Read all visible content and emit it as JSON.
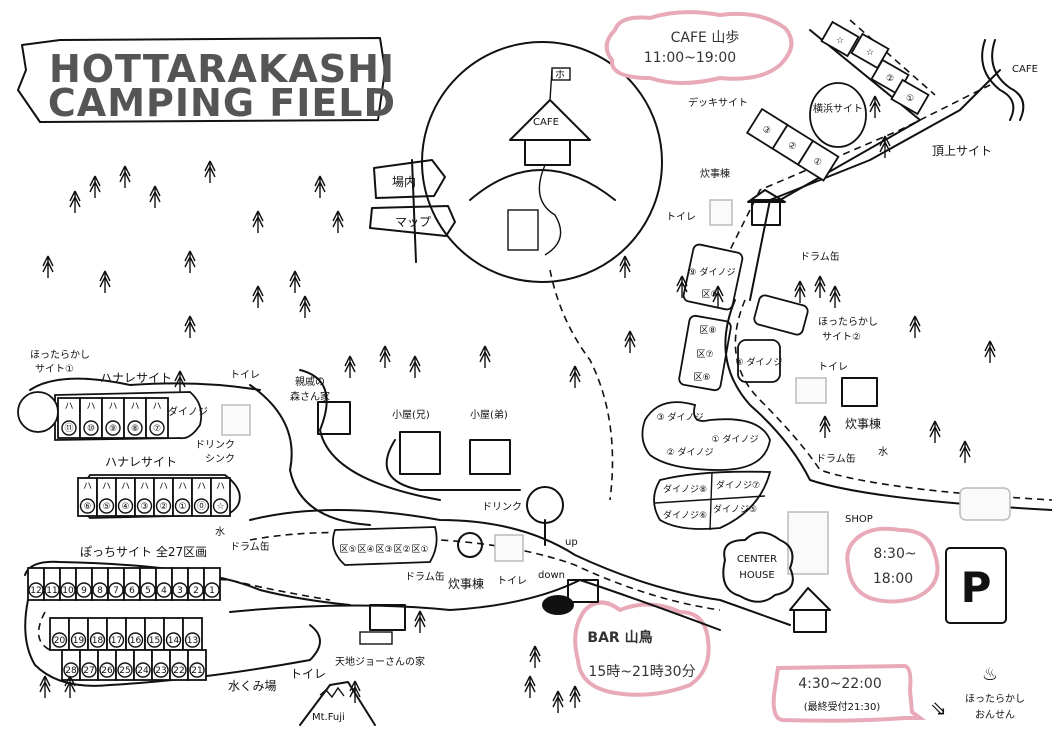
{
  "title": {
    "line1": "HOTTARAKASHI",
    "line2": "CAMPING FIELD"
  },
  "signpost": {
    "board1": "場内",
    "board2": "マップ"
  },
  "cafe": {
    "label": "CAFE",
    "flag": "ホ",
    "bubble_name": "CAFE 山歩",
    "hours": "11:00~19:00",
    "arrow_label": "CAFE"
  },
  "top_right": {
    "deck_site": "デッキサイト",
    "deck_numbers": [
      "③",
      "②",
      "①"
    ],
    "yokohama_site": "横浜サイト",
    "summit_site": "頂上サイト",
    "summit_numbers": [
      "☆",
      "☆",
      "②",
      "①"
    ],
    "kitchen": "炊事棟",
    "toilet": "トイレ",
    "drum": "ドラム缶"
  },
  "right_middle": {
    "dainoji9": "⑨ ダイノジ",
    "ku9": "区⑨",
    "hottarakashi_site2": [
      "ほったらかし",
      "サイト②"
    ],
    "ku_sites": [
      "区⑧",
      "区⑦",
      "区⑥"
    ],
    "dainoji4": "④ ダイノジ",
    "toilet": "トイレ",
    "kitchen": "炊事棟",
    "drum": "ドラム缶",
    "water": "水",
    "dainoji_group1": [
      "③ ダイノジ",
      "② ダイノジ",
      "① ダイノジ"
    ],
    "dainoji_group2": [
      "ダイノジ⑧",
      "ダイノジ⑦",
      "ダイノジ⑥",
      "ダイノジ⑤"
    ]
  },
  "center_house": {
    "label_line1": "CENTER",
    "label_line2": "HOUSE",
    "shop": "SHOP",
    "hours1": "8:30~",
    "hours2": "18:00"
  },
  "parking": {
    "label": "P"
  },
  "onsen": {
    "hours": "4:30~22:00",
    "last_entry": "(最終受付21:30)",
    "name_line1": "ほったらかし",
    "name_line2": "おんせん"
  },
  "bar": {
    "name": "BAR 山鳥",
    "hours": "15時~21時30分"
  },
  "left": {
    "hottarakashi_site1": [
      "ほったらかし",
      "サイト①"
    ],
    "hanare_site_top": "ハナレサイト",
    "hanare_top_numbers": [
      "⑪",
      "⑩",
      "⑨",
      "⑧",
      "⑦"
    ],
    "hanare_top_prefix": "ハ",
    "dainoji": "ダイノジ",
    "drink": "ドリンク",
    "sink": "シンク",
    "toilet": "トイレ",
    "mori_house": [
      "親戚の",
      "森さん家"
    ],
    "hanare_site_bottom": "ハナレサイト",
    "hanare_bottom_numbers": [
      "⑥",
      "⑤",
      "④",
      "③",
      "②",
      "①",
      "⓪",
      "☆"
    ],
    "water": "水",
    "drum": "ドラム缶"
  },
  "pocchi": {
    "title": "ぽっちサイト 全27区画",
    "row1": [
      "12",
      "11",
      "10",
      "9",
      "8",
      "7",
      "6",
      "5",
      "4",
      "3",
      "2",
      "1"
    ],
    "row2": [
      "20",
      "19",
      "18",
      "17",
      "16",
      "15",
      "14",
      "13"
    ],
    "row3": [
      "28",
      "27",
      "26",
      "25",
      "24",
      "23",
      "22",
      "21"
    ],
    "water_place": "水くみ場",
    "toilet": "トイレ",
    "mt_fuji": "Mt.Fuji"
  },
  "center": {
    "cabin_elder": "小屋(兄)",
    "cabin_younger": "小屋(弟)",
    "ku_sites": [
      "区⑤",
      "区④",
      "区③",
      "区②",
      "区①"
    ],
    "drink": "ドリンク",
    "drum": "ドラム缶",
    "kitchen": "炊事棟",
    "toilet": "トイレ",
    "up": "up",
    "down": "down",
    "joe_house": "天地ジョーさんの家"
  },
  "colors": {
    "ink": "#111111",
    "pink": "#e8a9b8",
    "title_gray": "#555555"
  }
}
